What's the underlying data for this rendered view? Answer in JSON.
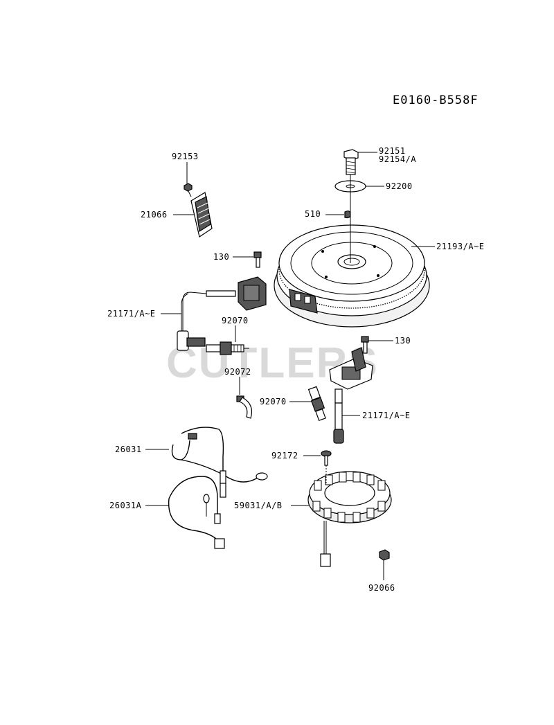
{
  "diagram_code": "E0160-B558F",
  "watermark": "CUTLERS",
  "labels": {
    "p92153": "92153",
    "p21066": "21066",
    "p92151": "92151",
    "p92154a": "92154/A",
    "p92200": "92200",
    "p510": "510",
    "p21193": "21193/A~E",
    "p130a": "130",
    "p21171a": "21171/A~E",
    "p92070a": "92070",
    "p92072": "92072",
    "p130b": "130",
    "p92070b": "92070",
    "p21171b": "21171/A~E",
    "p26031": "26031",
    "p92172": "92172",
    "p26031a": "26031A",
    "p59031": "59031/A/B",
    "p92066": "92066"
  }
}
